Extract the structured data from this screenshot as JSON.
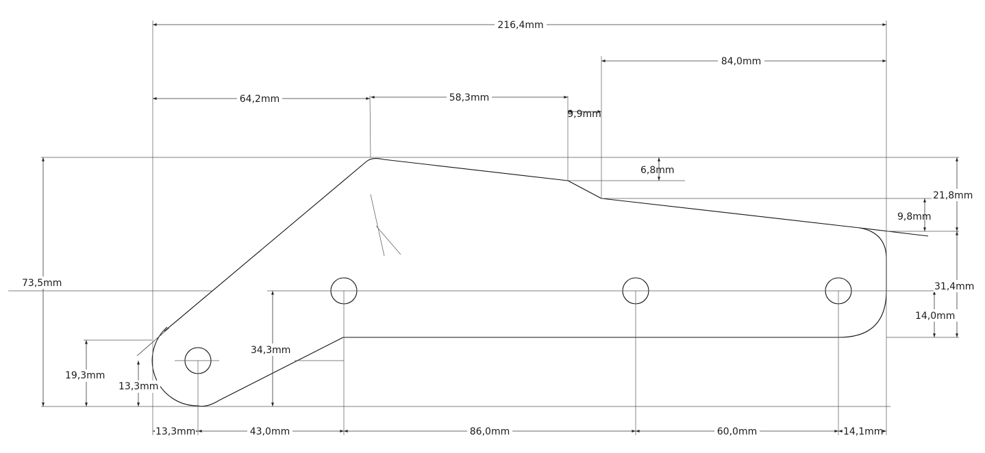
{
  "dimensions": {
    "overall_width": "216,4mm",
    "top_left_to_apex": "64,2mm",
    "apex_to_step": "58,3mm",
    "step_to_right_end": "84,0mm",
    "step_width": "9,9mm",
    "step_drop": "6,8mm",
    "right_top_offset": "21,8mm",
    "right_slope_drop": "9,8mm",
    "overall_height": "73,5mm",
    "right_block_height": "31,4mm",
    "right_hole_height": "14,0mm",
    "hole_row_height": "34,3mm",
    "left_hole_height": "19,3mm",
    "left_radius": "13,3mm",
    "bottom_left_offset": "13,3mm",
    "bottom_hole_1_2": "43,0mm",
    "bottom_hole_2_3": "86,0mm",
    "bottom_hole_3_4": "60,0mm",
    "bottom_right_offset": "14,1mm"
  }
}
